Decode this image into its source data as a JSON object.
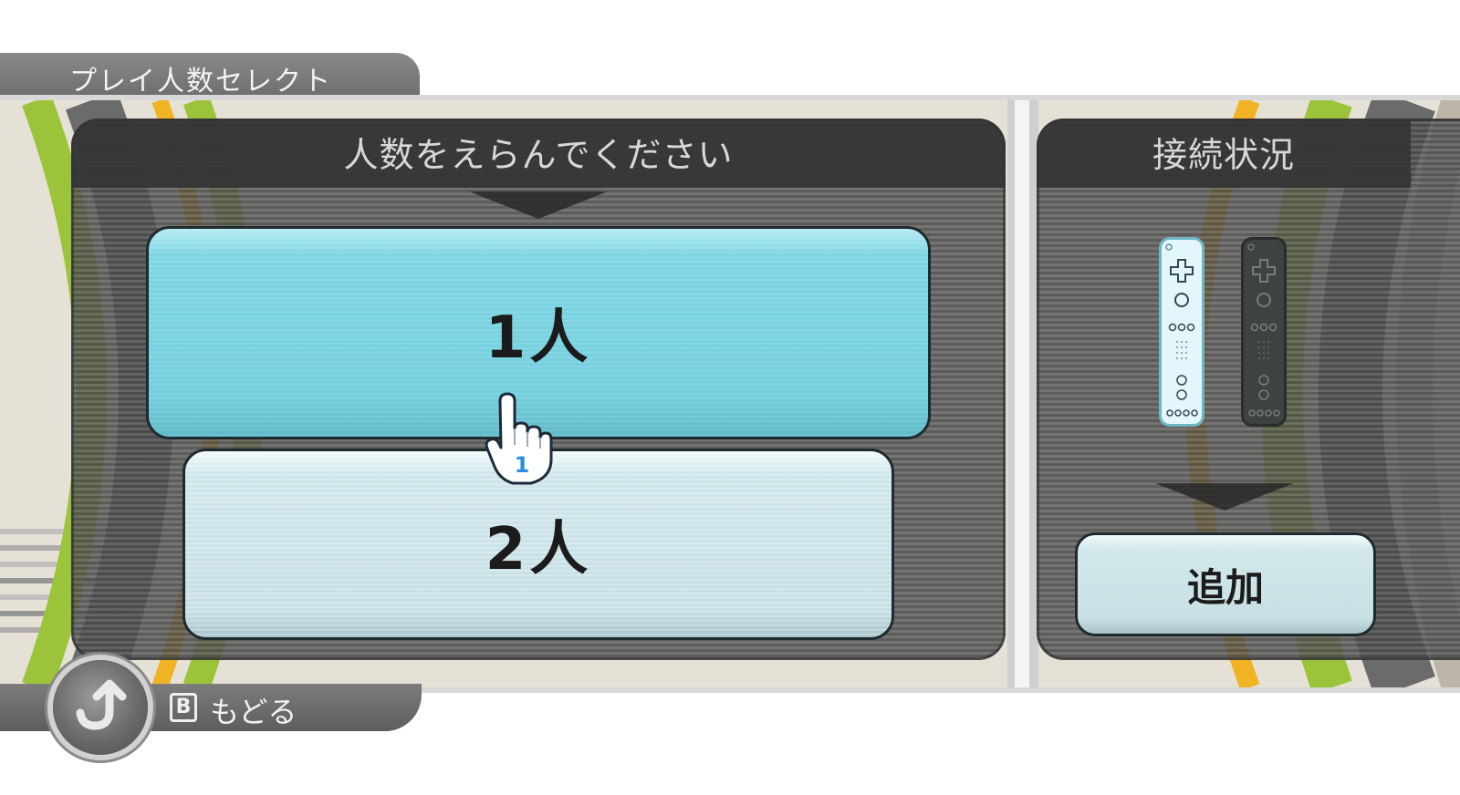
{
  "header": {
    "title": "プレイ人数セレクト"
  },
  "select_panel": {
    "heading": "人数をえらんでください",
    "options": [
      {
        "label": "1人",
        "state": "highlighted"
      },
      {
        "label": "2人",
        "state": "normal"
      }
    ]
  },
  "status_panel": {
    "heading": "接続状況",
    "controllers": [
      {
        "slot": 1,
        "connected": true
      },
      {
        "slot": 2,
        "connected": false
      }
    ],
    "add_label": "追加"
  },
  "pointer": {
    "player_number": "1"
  },
  "footer": {
    "button_key": "B",
    "back_label": "もどる"
  },
  "colors": {
    "highlight_cyan": "#74cfde",
    "normal_button": "#c7e0e5",
    "panel_dark": "#555555",
    "stripe_green": "#9cc43a",
    "stripe_yellow": "#f0b323"
  }
}
